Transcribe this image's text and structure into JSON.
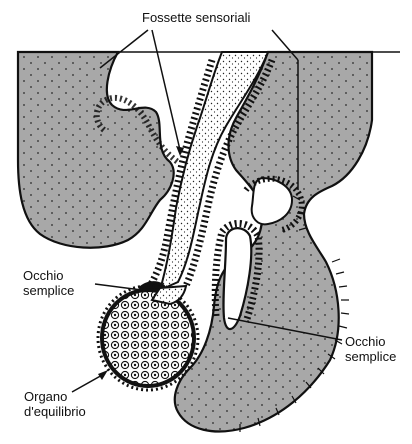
{
  "labels": {
    "sensory_pits": "Fossette sensoriali",
    "simple_eye_left_line1": "Occhio",
    "simple_eye_left_line2": "semplice",
    "simple_eye_right_line1": "Occhio",
    "simple_eye_right_line2": "semplice",
    "balance_organ_line1": "Organo",
    "balance_organ_line2": "d'equilibrio"
  },
  "colors": {
    "tissue_fill": "#a8a8a8",
    "outline": "#111111",
    "background": "#ffffff"
  }
}
